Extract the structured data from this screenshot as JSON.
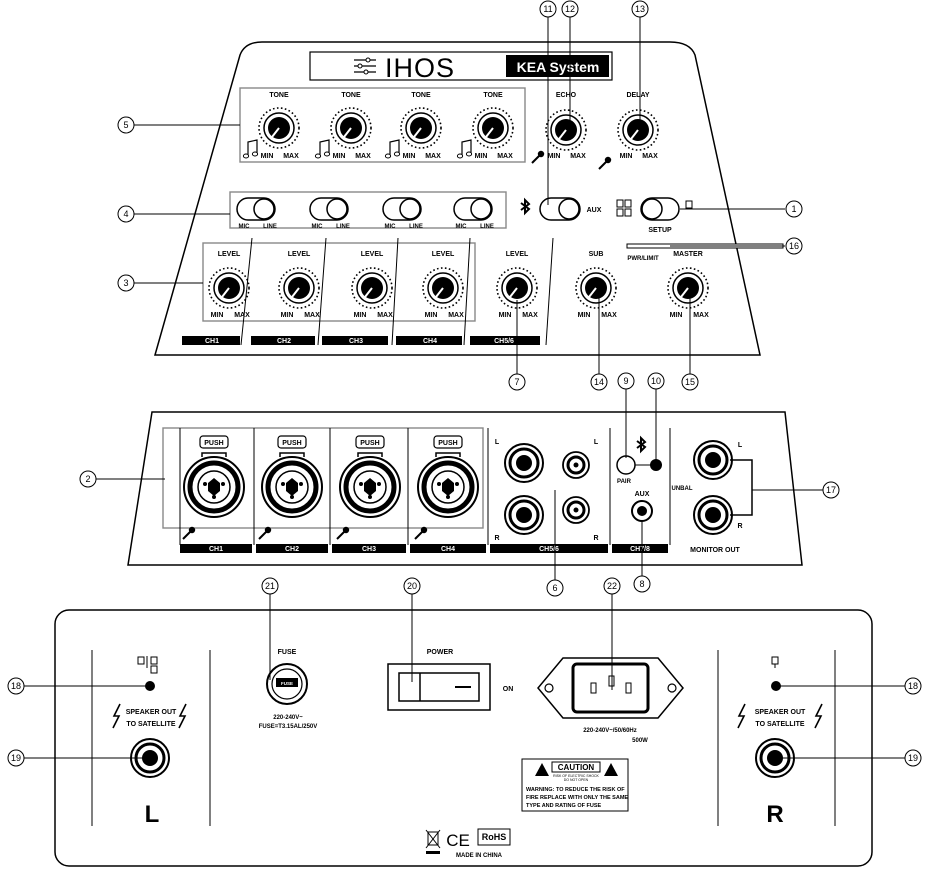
{
  "brand": "IHOS",
  "system": "KEA System",
  "labels": {
    "tone": "TONE",
    "level": "LEVEL",
    "min": "MIN",
    "max": "MAX",
    "mic": "MIC",
    "line": "LINE",
    "echo": "ECHO",
    "delay": "DELAY",
    "aux": "AUX",
    "setup": "SETUP",
    "sub": "SUB",
    "master": "MASTER",
    "pwr_limit": "PWR/LIMIT",
    "push": "PUSH",
    "pair": "PAIR",
    "unbal": "UNBAL",
    "monitor_out": "MONITOR OUT",
    "l": "L",
    "r": "R",
    "fuse": "FUSE",
    "fuse_small": "FUSE",
    "fuse_rating_1": "220-240V~",
    "fuse_rating_2": "FUSE=T3.15AL/250V",
    "power": "POWER",
    "on": "ON",
    "mains_1": "220-240V~/50/60Hz",
    "mains_2": "500W",
    "speaker_out": "SPEAKER OUT",
    "to_satellite": "TO SATELLITE",
    "caution": "CAUTION",
    "caution_small_1": "RISK OF ELECTRIC SHOCK",
    "caution_small_2": "DO NOT OPEN",
    "warning_1": "WARNING: TO REDUCE THE RISK OF",
    "warning_2": "FIRE REPLACE WITH ONLY THE SAME",
    "warning_3": "TYPE AND RATING OF FUSE",
    "ce": "CE",
    "rohs": "RoHS",
    "made_in": "MADE IN CHINA"
  },
  "channels_top": [
    "CH1",
    "CH2",
    "CH3",
    "CH4",
    "CH5/6"
  ],
  "channels_mid": [
    "CH1",
    "CH2",
    "CH3",
    "CH4",
    "CH5/6",
    "CH7/8"
  ],
  "callouts": [
    "1",
    "2",
    "3",
    "4",
    "5",
    "6",
    "7",
    "8",
    "9",
    "10",
    "11",
    "12",
    "13",
    "14",
    "15",
    "16",
    "17",
    "18",
    "18",
    "19",
    "19",
    "20",
    "21",
    "22"
  ]
}
